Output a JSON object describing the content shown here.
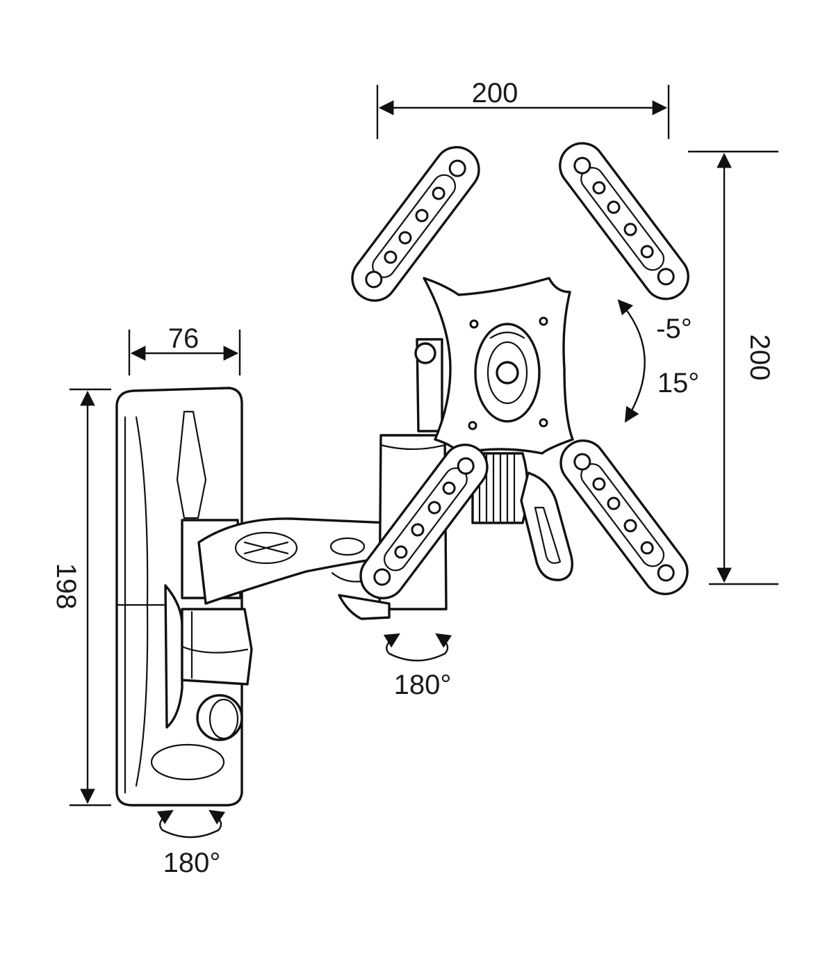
{
  "dimensions": {
    "vesa_width": "200",
    "vesa_height": "200",
    "wall_plate_width": "76",
    "wall_plate_height": "198"
  },
  "tilt": {
    "up": "-5°",
    "down": "15°"
  },
  "swivel": {
    "arm": "180°",
    "wall": "180°"
  }
}
